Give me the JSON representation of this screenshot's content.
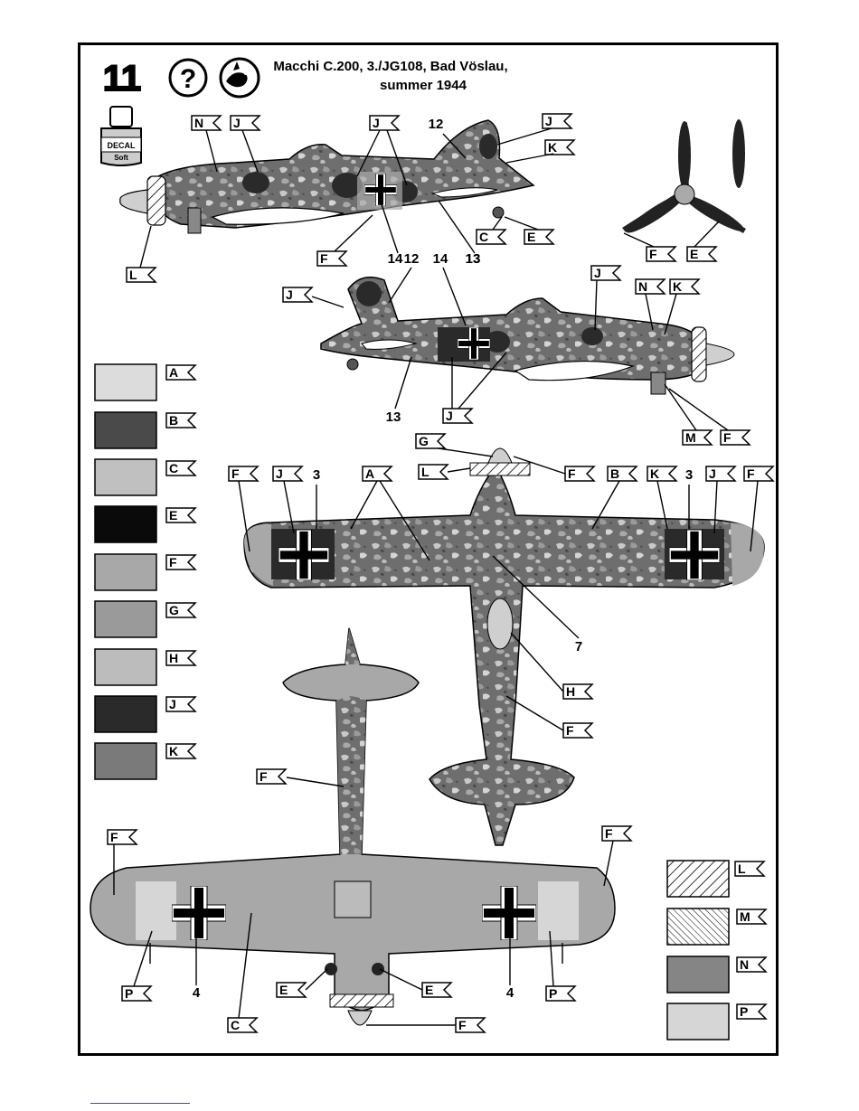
{
  "sheet": {
    "scheme_number": "11",
    "title_line1": "Macchi C.200, 3./JG108, Bad Vöslau,",
    "title_line2": "summer 1944",
    "decal_label_line1": "DECAL",
    "decal_label_line2": "Soft",
    "help_icon": "question-mark-icon",
    "stamp_icon": "soft-decal-stamp-icon"
  },
  "colors": {
    "A": "#dcdcdc",
    "B": "#4a4a4a",
    "C": "#c0c0c0",
    "E": "#0a0a0a",
    "F": "#a8a8a8",
    "G": "#9a9a9a",
    "H": "#bcbcbc",
    "J": "#2a2a2a",
    "K": "#7a7a7a",
    "N": "#858585",
    "P": "#d6d6d6"
  },
  "legend_left": [
    {
      "code": "A"
    },
    {
      "code": "B"
    },
    {
      "code": "C"
    },
    {
      "code": "E"
    },
    {
      "code": "F"
    },
    {
      "code": "G"
    },
    {
      "code": "H"
    },
    {
      "code": "J"
    },
    {
      "code": "K"
    }
  ],
  "legend_right": [
    {
      "code": "L",
      "pattern": "hatch-wide"
    },
    {
      "code": "M",
      "pattern": "hatch-fine"
    },
    {
      "code": "N",
      "pattern": "solid"
    },
    {
      "code": "P",
      "pattern": "solid"
    }
  ],
  "callouts": {
    "side1": [
      "N",
      "J",
      "J",
      "12",
      "J",
      "K",
      "C",
      "E",
      "F",
      "14",
      "13",
      "L"
    ],
    "prop": [
      "F",
      "E"
    ],
    "side2": [
      "J",
      "12",
      "14",
      "13",
      "J",
      "N",
      "K",
      "13",
      "J",
      "M",
      "F"
    ],
    "top": [
      "G",
      "F",
      "L",
      "F",
      "J",
      "3",
      "A",
      "B",
      "K",
      "3",
      "J",
      "F",
      "7",
      "H",
      "F"
    ],
    "bottom": [
      "F",
      "F",
      "F",
      "P",
      "4",
      "C",
      "E",
      "E",
      "4",
      "P",
      "F"
    ]
  }
}
